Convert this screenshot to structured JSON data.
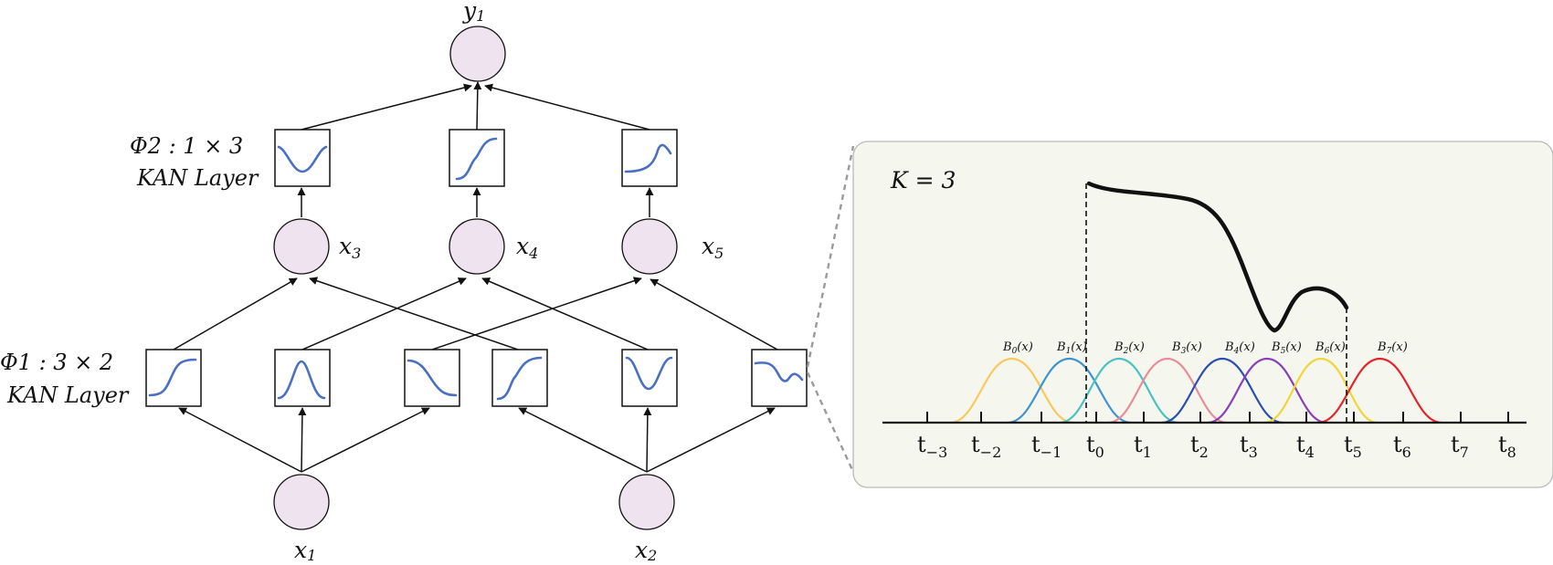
{
  "network": {
    "output_node": "y",
    "output_sub": "1",
    "hidden_nodes": [
      {
        "base": "x",
        "sub": "3"
      },
      {
        "base": "x",
        "sub": "4"
      },
      {
        "base": "x",
        "sub": "5"
      }
    ],
    "input_nodes": [
      {
        "base": "x",
        "sub": "1"
      },
      {
        "base": "x",
        "sub": "2"
      }
    ],
    "layer2": {
      "label": "Φ2 : 1 × 3",
      "sub": "KAN Layer"
    },
    "layer1": {
      "label": "Φ1 : 3 × 2",
      "sub": "KAN Layer"
    }
  },
  "panel": {
    "k_label": "K = 3",
    "basis_labels": [
      {
        "b": "B",
        "s": "0",
        "t": "(x)"
      },
      {
        "b": "B",
        "s": "1",
        "t": "(x)"
      },
      {
        "b": "B",
        "s": "2",
        "t": "(x)"
      },
      {
        "b": "B",
        "s": "3",
        "t": "(x)"
      },
      {
        "b": "B",
        "s": "4",
        "t": "(x)"
      },
      {
        "b": "B",
        "s": "5",
        "t": "(x)"
      },
      {
        "b": "B",
        "s": "6",
        "t": "(x)"
      },
      {
        "b": "B",
        "s": "7",
        "t": "(x)"
      }
    ],
    "knots": [
      {
        "b": "t",
        "s": "−3"
      },
      {
        "b": "t",
        "s": "−2"
      },
      {
        "b": "t",
        "s": "−1"
      },
      {
        "b": "t",
        "s": "0"
      },
      {
        "b": "t",
        "s": "1"
      },
      {
        "b": "t",
        "s": "2"
      },
      {
        "b": "t",
        "s": "3"
      },
      {
        "b": "t",
        "s": "4"
      },
      {
        "b": "t",
        "s": "5"
      },
      {
        "b": "t",
        "s": "6"
      },
      {
        "b": "t",
        "s": "7"
      },
      {
        "b": "t",
        "s": "8"
      }
    ],
    "basis_colors": [
      "#f7c95e",
      "#3f94d0",
      "#4cc1c3",
      "#e98c9a",
      "#2a4fb0",
      "#8a3fb8",
      "#f0d63a",
      "#e3242b"
    ]
  }
}
